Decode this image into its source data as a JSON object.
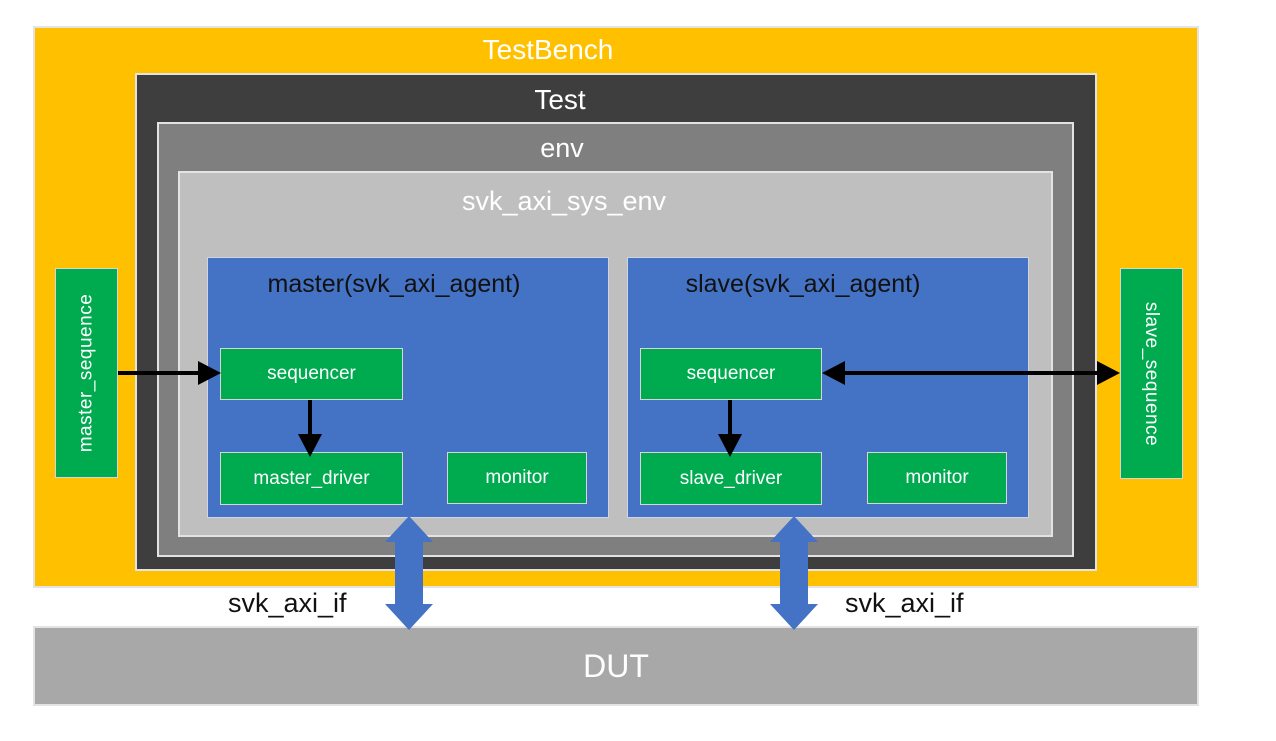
{
  "diagram": {
    "testbench_label": "TestBench",
    "test_label": "Test",
    "env_label": "env",
    "sys_env_label": "svk_axi_sys_env",
    "master_agent": {
      "title": "master(svk_axi_agent)",
      "sequencer_label": "sequencer",
      "driver_label": "master_driver",
      "monitor_label": "monitor"
    },
    "slave_agent": {
      "title": "slave(svk_axi_agent)",
      "sequencer_label": "sequencer",
      "driver_label": "slave_driver",
      "monitor_label": "monitor"
    },
    "master_sequence_label": "master_sequence",
    "slave_sequence_label": "slave_sequence",
    "interface_left_label": "svk_axi_if",
    "interface_right_label": "svk_axi_if",
    "dut_label": "DUT",
    "colors": {
      "testbench_orange": "#FFC000",
      "test_dark_gray": "#3E3E3E",
      "env_gray": "#7F7F7F",
      "sys_env_light_gray": "#BFBFBF",
      "agent_blue": "#4472C4",
      "component_green": "#00AB50",
      "dut_gray": "#A8A8A8",
      "interface_arrow_blue": "#4472C4",
      "connection_arrow_black": "#000000",
      "header_text": "#FFFFFF",
      "body_text": "#111111"
    }
  }
}
